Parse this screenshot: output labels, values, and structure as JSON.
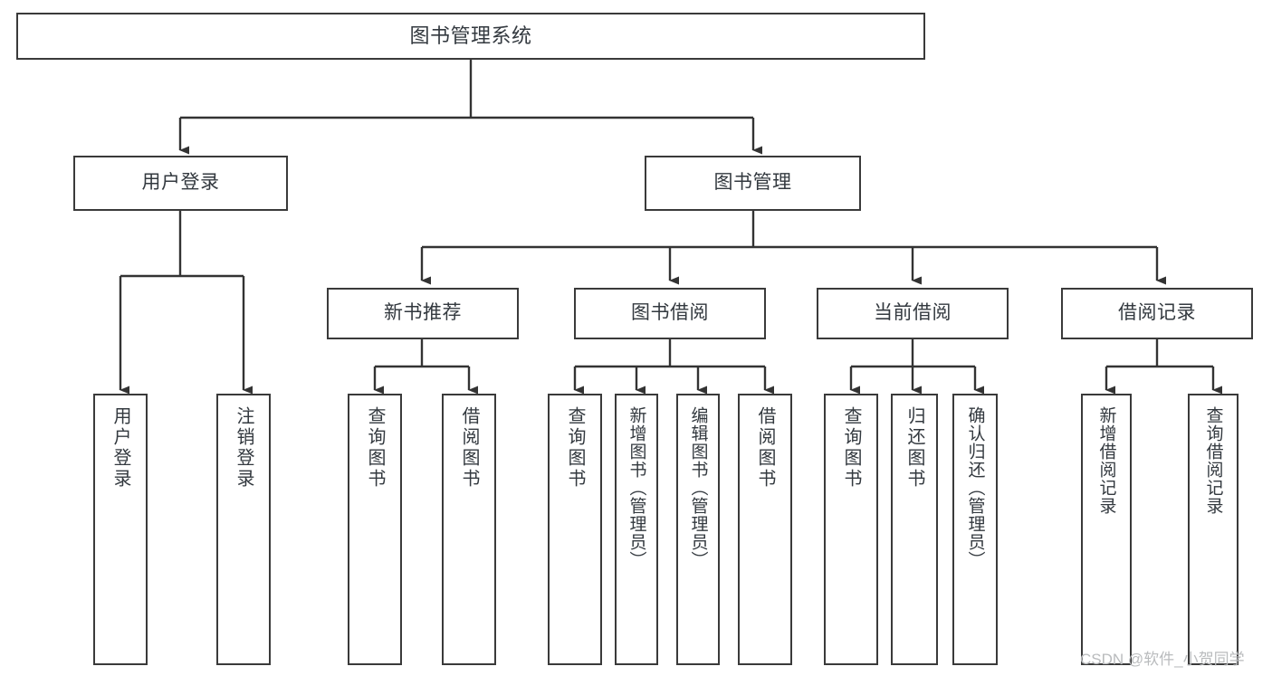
{
  "diagram": {
    "title": "图书管理系统",
    "type": "tree-hierarchy-chart",
    "orientation": "top-down",
    "colors": {
      "border": "#3a3a3a",
      "text": "#33393f",
      "background": "#ffffff",
      "edge": "#333333",
      "watermark": "#b9bbbd"
    }
  },
  "root": {
    "label": "图书管理系统"
  },
  "level2": [
    {
      "label": "用户登录"
    },
    {
      "label": "图书管理"
    }
  ],
  "level3": [
    {
      "label": "新书推荐"
    },
    {
      "label": "图书借阅"
    },
    {
      "label": "当前借阅"
    },
    {
      "label": "借阅记录"
    }
  ],
  "leaves": {
    "user_login": [
      {
        "label": "用户登录"
      },
      {
        "label": "注销登录"
      }
    ],
    "new_book_recommend": [
      {
        "label": "查询图书"
      },
      {
        "label": "借阅图书"
      }
    ],
    "book_borrow": [
      {
        "label": "查询图书"
      },
      {
        "label": "新增图书（管理员）"
      },
      {
        "label": "编辑图书（管理员）"
      },
      {
        "label": "借阅图书"
      }
    ],
    "current_borrow": [
      {
        "label": "查询图书"
      },
      {
        "label": "归还图书"
      },
      {
        "label": "确认归还（管理员）"
      }
    ],
    "borrow_record": [
      {
        "label": "新增借阅记录"
      },
      {
        "label": "查询借阅记录"
      }
    ]
  },
  "watermark": {
    "text": "CSDN @软件_小贺同学"
  }
}
